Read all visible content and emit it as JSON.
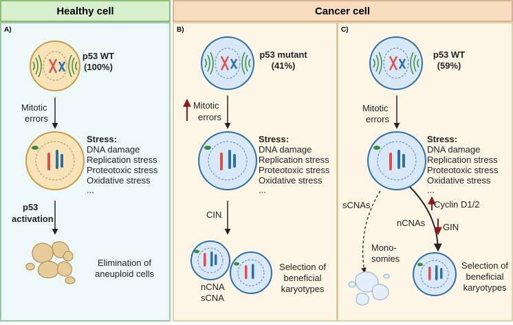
{
  "headers": {
    "healthy": "Healthy cell",
    "cancer": "Cancer cell"
  },
  "panel_a": {
    "letter": "A)",
    "status": "p53 WT",
    "percent": "(100%)",
    "trigger": [
      "Mitotic",
      "errors"
    ],
    "stress_title": "Stress:",
    "stresses": [
      "DNA damage",
      "Replication stress",
      "Proteotoxic stress",
      "Oxidative stress",
      "..."
    ],
    "activation": [
      "p53",
      "activation"
    ],
    "outcome": [
      "Elimination of",
      "aneuploid cells"
    ]
  },
  "panel_b": {
    "letter": "B)",
    "status": "p53 mutant",
    "percent": "(41%)",
    "trigger": [
      "Mitotic",
      "errors"
    ],
    "stress_title": "Stress:",
    "stresses": [
      "DNA damage",
      "Replication stress",
      "Proteotoxic stress",
      "Oxidative stress",
      "..."
    ],
    "cin": "CIN",
    "cna_labels": [
      "nCNA",
      "sCNA"
    ],
    "outcome": [
      "Selection of",
      "beneficial",
      "karyotypes"
    ]
  },
  "panel_c": {
    "letter": "C)",
    "status": "p53 WT",
    "percent": "(59%)",
    "trigger": [
      "Mitotic",
      "errors"
    ],
    "stress_title": "Stress:",
    "stresses": [
      "DNA damage",
      "Replication stress",
      "Proteotoxic stress",
      "Oxidative stress",
      "..."
    ],
    "scnas": "sCNAs",
    "ncnas": "nCNAs",
    "monosomies": [
      "Mono-",
      "somies"
    ],
    "cyclin": "Cyclin D1/2",
    "gin": "GIN",
    "outcome": [
      "Selection of",
      "beneficial",
      "karyotypes"
    ]
  },
  "colors": {
    "healthy_header_bg": "#d8efce",
    "healthy_header_border": "#6aa84f",
    "healthy_panel_bg": "#eef8f8",
    "healthy_panel_border": "#7ab58a",
    "cancer_header_bg": "#f7dcc0",
    "cancer_header_border": "#c9a27a",
    "cancer_panel_bg": "#fdf6e6",
    "cancer_panel_border": "#d8c08a",
    "healthy_cell": "#f7e3b8",
    "cancer_cell": "#d9e8f7",
    "chrom_red": "#d9504f",
    "chrom_blue": "#2f6fa8",
    "up_arrow": "#8b1a1a"
  }
}
